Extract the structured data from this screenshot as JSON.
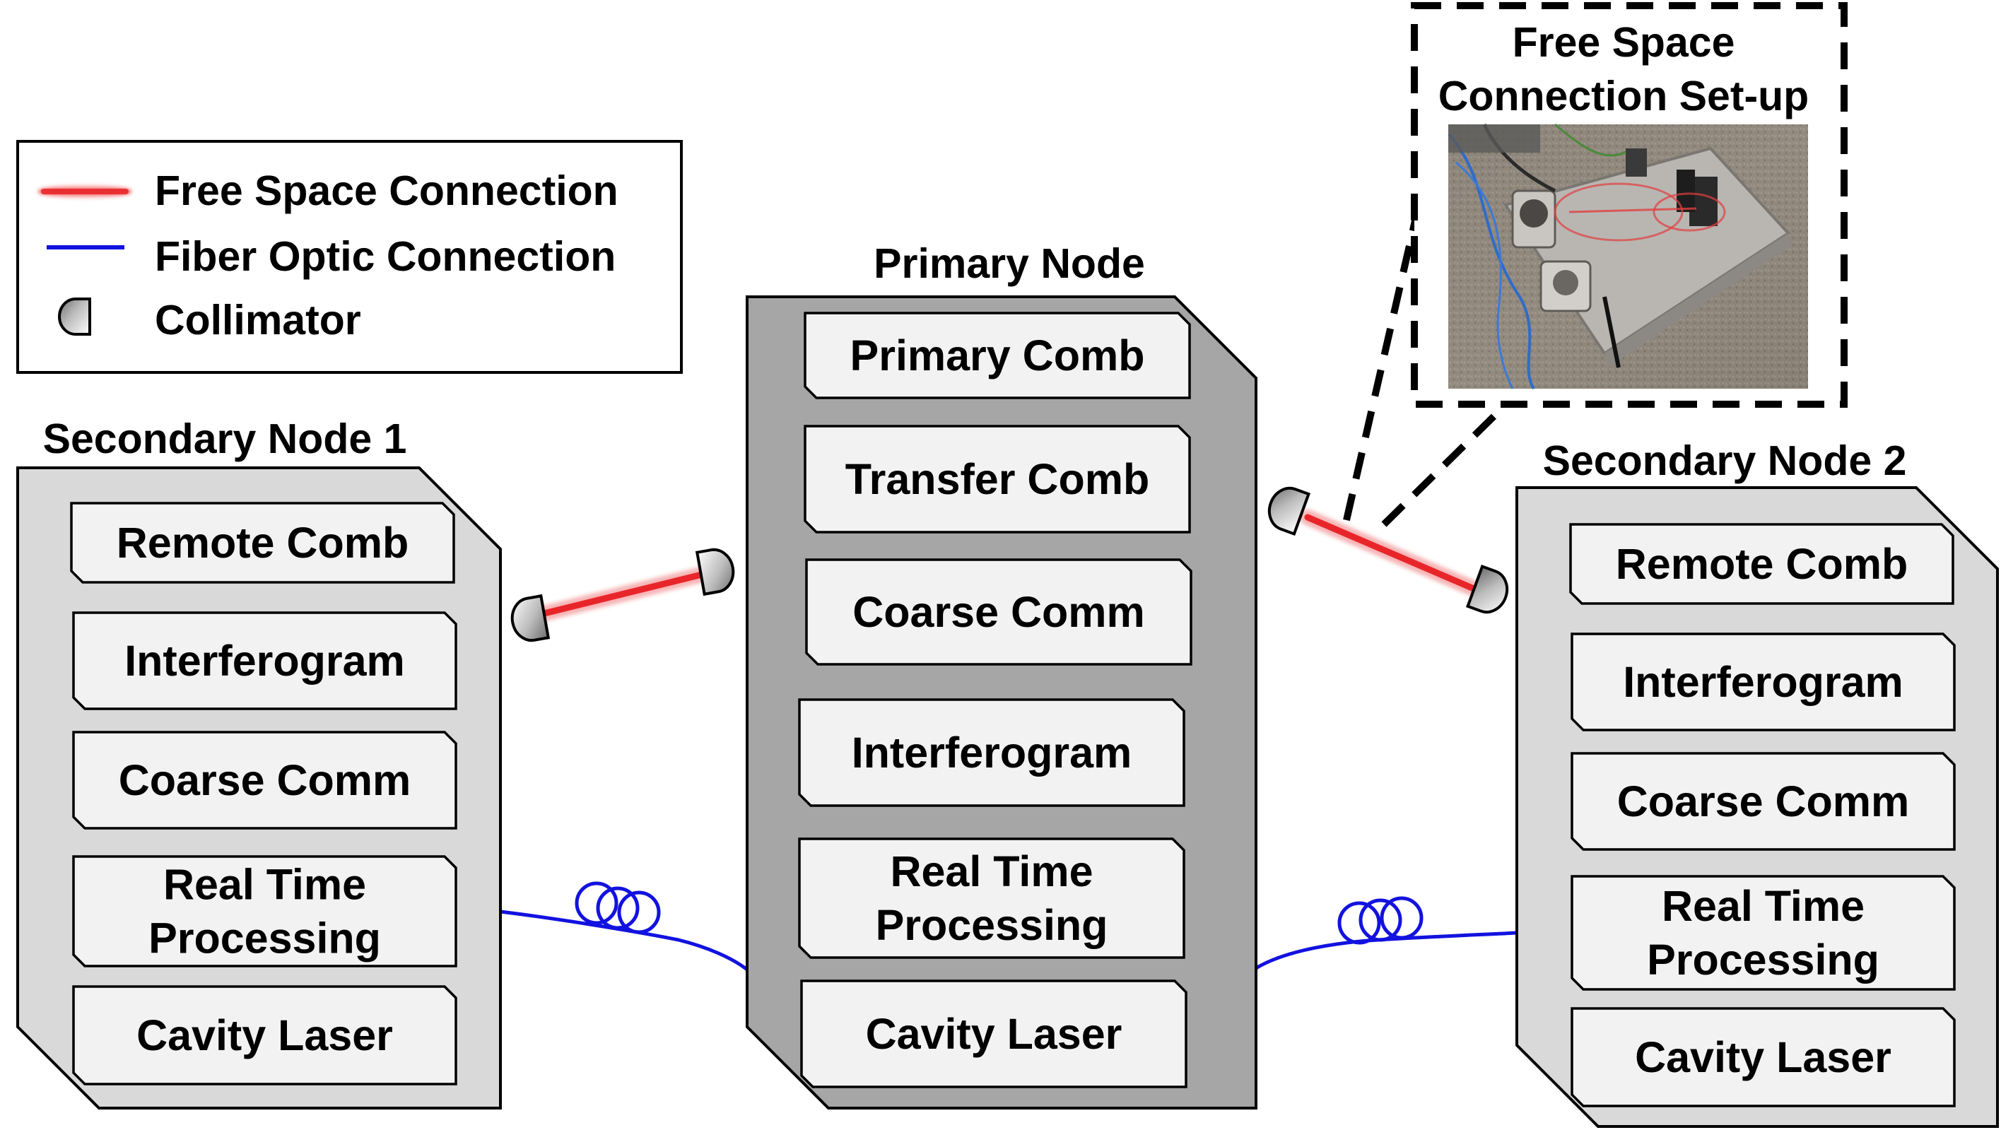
{
  "legend": {
    "free_space": "Free Space Connection",
    "fiber_optic": "Fiber Optic Connection",
    "collimator": "Collimator"
  },
  "inset": {
    "title_line1": "Free Space",
    "title_line2": "Connection Set-up"
  },
  "secondary_node_1": {
    "title": "Secondary Node 1",
    "items": [
      {
        "lines": [
          "Remote Comb"
        ]
      },
      {
        "lines": [
          "Interferogram"
        ]
      },
      {
        "lines": [
          "Coarse Comm"
        ]
      },
      {
        "lines": [
          "Real Time",
          "Processing"
        ]
      },
      {
        "lines": [
          "Cavity Laser"
        ]
      }
    ]
  },
  "primary_node": {
    "title": "Primary Node",
    "items": [
      {
        "lines": [
          "Primary Comb"
        ]
      },
      {
        "lines": [
          "Transfer Comb"
        ]
      },
      {
        "lines": [
          "Coarse Comm"
        ]
      },
      {
        "lines": [
          "Interferogram"
        ]
      },
      {
        "lines": [
          "Real Time",
          "Processing"
        ]
      },
      {
        "lines": [
          "Cavity Laser"
        ]
      }
    ]
  },
  "secondary_node_2": {
    "title": "Secondary Node 2",
    "items": [
      {
        "lines": [
          "Remote Comb"
        ]
      },
      {
        "lines": [
          "Interferogram"
        ]
      },
      {
        "lines": [
          "Coarse Comm"
        ]
      },
      {
        "lines": [
          "Real Time",
          "Processing"
        ]
      },
      {
        "lines": [
          "Cavity Laser"
        ]
      }
    ]
  },
  "colors": {
    "free_space": "#e8262a",
    "fiber": "#1212e0",
    "node_outer_side": "#d9d9d9",
    "node_outer_primary": "#a6a6a6",
    "item_box": "#f2f2f2",
    "collimator": "#bfbfbf"
  }
}
